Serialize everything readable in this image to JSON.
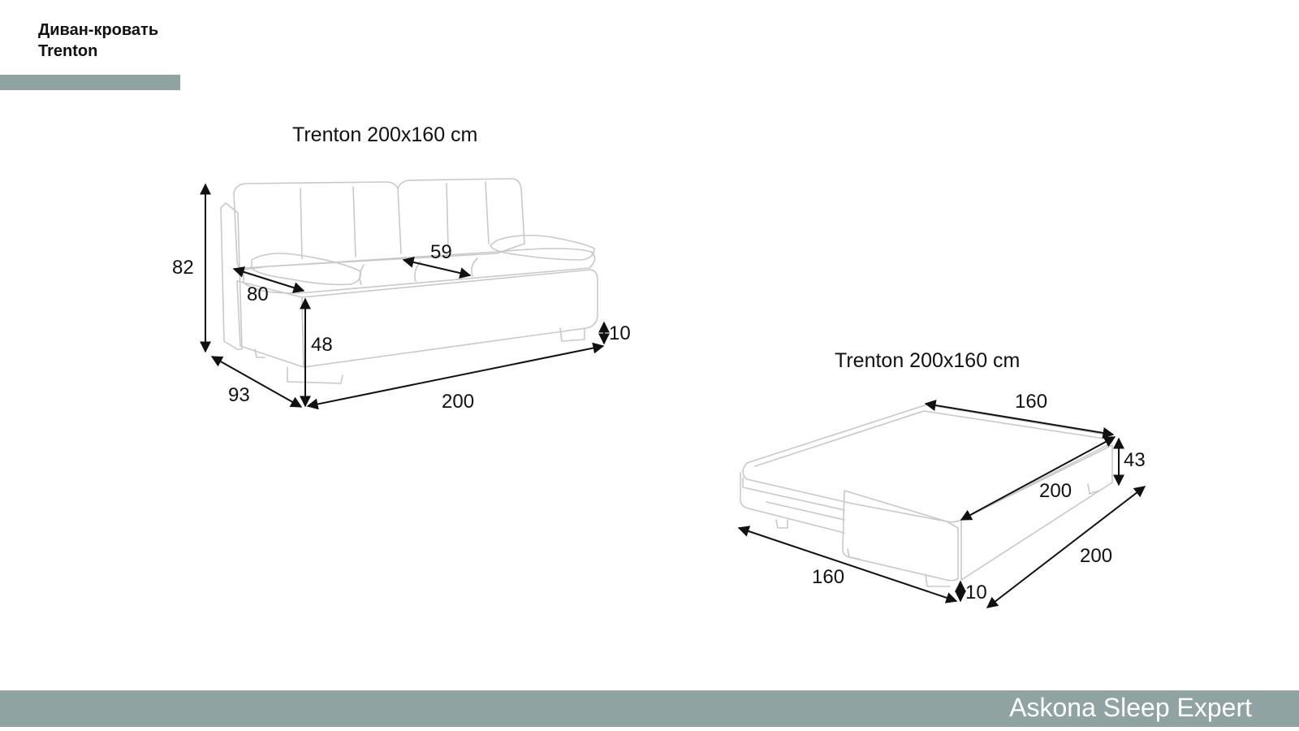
{
  "header": {
    "product_type": "Диван-кровать",
    "product_name": "Trenton"
  },
  "sofa_view": {
    "caption": "Trenton 200x160 cm",
    "dimensions": {
      "height": "82",
      "seat_depth": "80",
      "cushion_width": "59",
      "seat_height": "48",
      "leg_height": "10",
      "depth": "93",
      "width": "200"
    }
  },
  "bed_view": {
    "caption": "Trenton 200x160 cm",
    "dimensions": {
      "top_width": "160",
      "height": "43",
      "sleep_length": "200",
      "front_width": "160",
      "leg_height": "10",
      "total_length": "200"
    }
  },
  "footer": {
    "brand": "Askona Sleep Expert"
  },
  "colors": {
    "accent_bar": "#8fa3a3",
    "outline": "#c9c9c9",
    "dimension_lines": "#111111"
  }
}
